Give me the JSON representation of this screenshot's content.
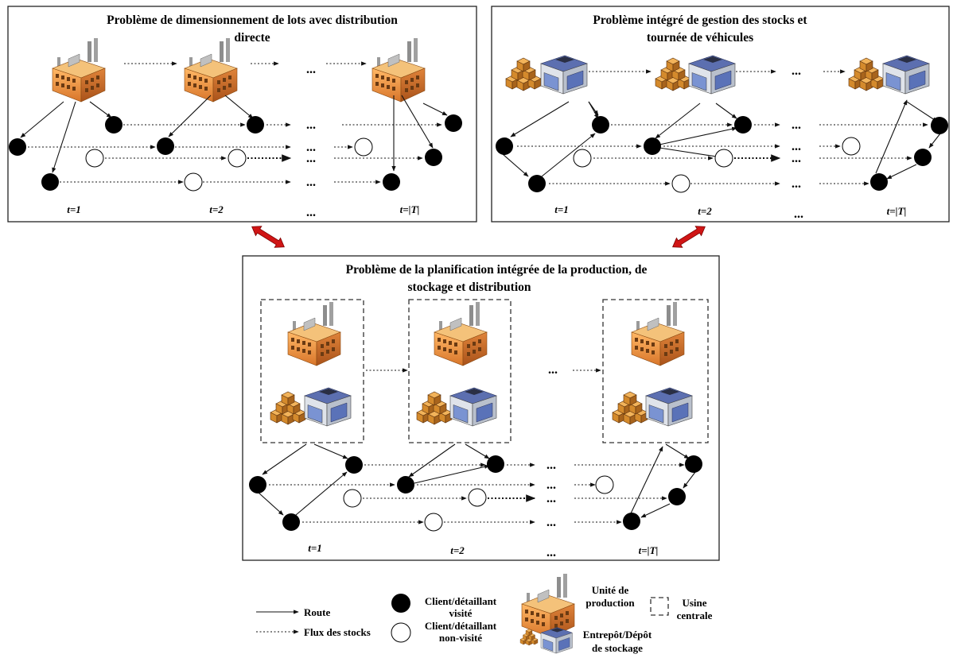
{
  "panels": {
    "top_left": {
      "title_line1": "Problème de dimensionnement de lots avec distribution",
      "title_line2": "directe"
    },
    "top_right": {
      "title_line1": "Problème intégré de gestion des stocks et",
      "title_line2": "tournée de véhicules"
    },
    "bottom": {
      "title_line1": "Problème de la planification intégrée de la production, de",
      "title_line2": "stockage et distribution"
    }
  },
  "periods": {
    "t1": "t=1",
    "t2": "t=2",
    "tT": "t=|T|"
  },
  "ellipsis": "...",
  "legend": {
    "route": "Route",
    "stock_flow": "Flux des stocks",
    "visited_1": "Client/détaillant",
    "visited_2": "visité",
    "unvisited_1": "Client/détaillant",
    "unvisited_2": "non-visité",
    "production_1": "Unité de",
    "production_2": "production",
    "plant_1": "Usine",
    "plant_2": "centrale",
    "warehouse_1": "Entrepôt/Dépôt",
    "warehouse_2": "de stockage"
  },
  "colors": {
    "double_arrow": "#cc1111",
    "visited_node": "#000000",
    "unvisited_node": "#ffffff"
  },
  "icons": [
    "factory-icon",
    "boxes-icon",
    "warehouse-icon",
    "double-arrow-icon"
  ]
}
